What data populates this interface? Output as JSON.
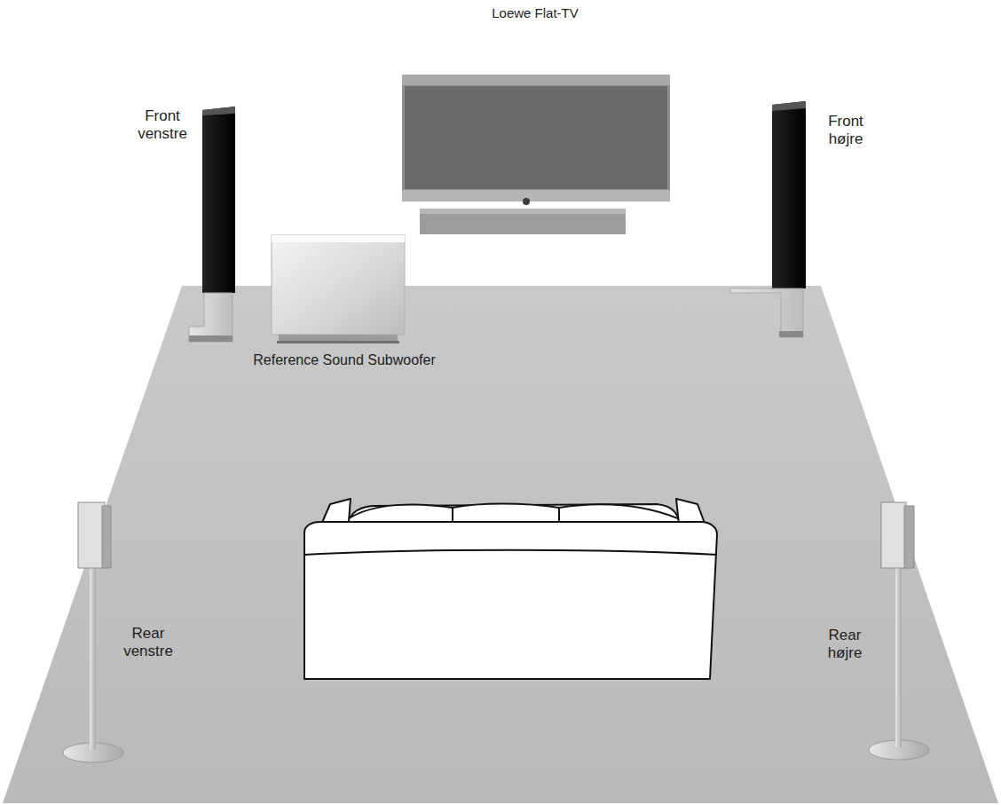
{
  "diagram": {
    "labels": [
      "Loewe Flat-TV",
      "Front venstre",
      "Front højre",
      "Reference Sound Subwoofer",
      "Rear venstre",
      "Rear højre"
    ]
  }
}
